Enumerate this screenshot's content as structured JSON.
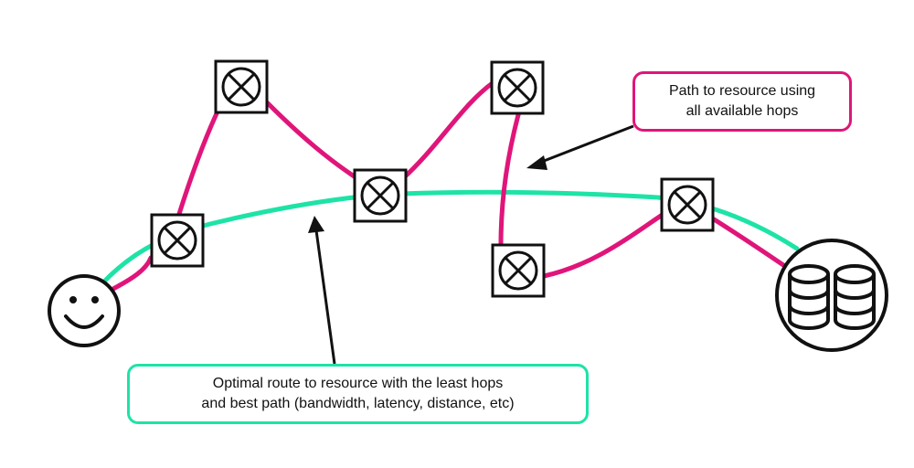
{
  "callouts": {
    "all_hops": {
      "line1": "Path to resource using",
      "line2": "all available hops"
    },
    "optimal": {
      "line1": "Optimal route to resource with the least hops",
      "line2": "and best path (bandwidth, latency, distance, etc)"
    }
  },
  "colors": {
    "all_hops_path": "#e0157a",
    "optimal_path": "#1ee3a6",
    "stroke": "#111111",
    "background": "#ffffff"
  },
  "icons": {
    "user": "smiley-face-icon",
    "router": "router-crossed-box-icon",
    "resource": "database-icon"
  }
}
